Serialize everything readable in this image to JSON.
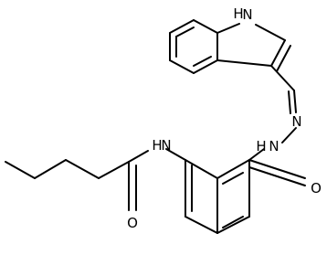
{
  "molecule": {
    "atom_labels": {
      "indole_nh": "H",
      "indole_n": "N",
      "imine_n": "N",
      "hydrazide_n": "N",
      "hydrazide_h": "H",
      "amide_n": "N",
      "amide_h": "H",
      "amide_o": "O",
      "benzoyl_o": "O"
    }
  }
}
